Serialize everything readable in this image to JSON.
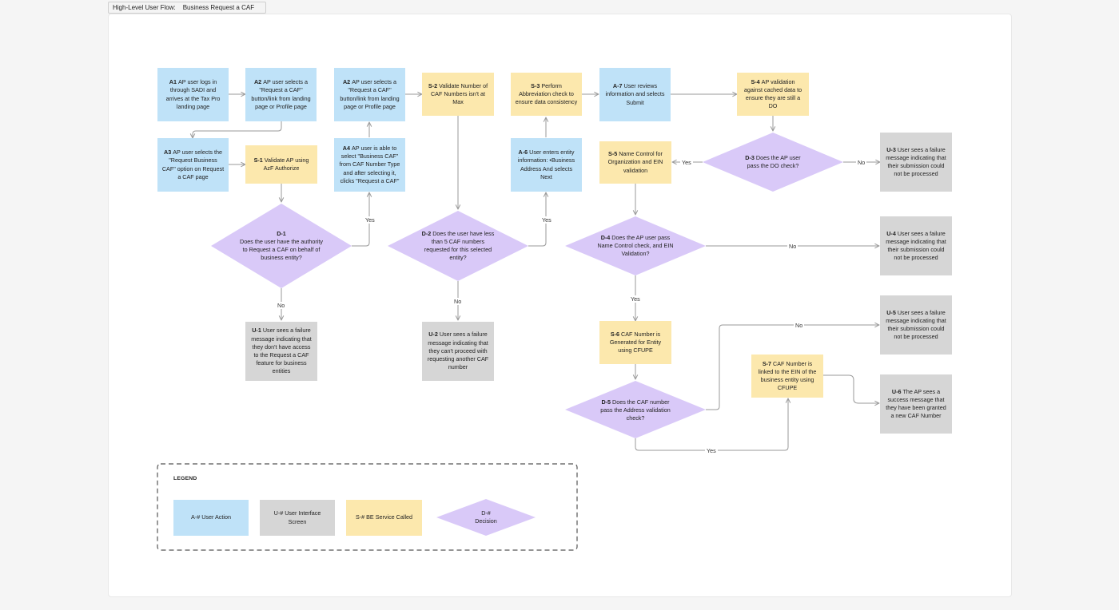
{
  "header": {
    "label": "High-Level User Flow:",
    "title": "Business Request a CAF"
  },
  "nodes": {
    "a1": {
      "id": "A1",
      "text": "AP user logs in through SADI and arrives at the Tax Pro landing page"
    },
    "a2a": {
      "id": "A2",
      "text": "AP user selects a \"Request a CAF\" button/link from landing page or Profile page"
    },
    "a2b": {
      "id": "A2",
      "text": "AP user selects a \"Request a CAF\" button/link from landing page or Profile page"
    },
    "a3": {
      "id": "A3",
      "text": "AP user selects the \"Request Business CAF\" option on Request a CAF page"
    },
    "s1": {
      "id": "S-1",
      "text": "Validate AP using AzF Authorize"
    },
    "a4": {
      "id": "A4",
      "text": "AP user is able to select \"Business CAF\" from CAF Number Type and after selecting it, clicks \"Request a CAF\""
    },
    "s2": {
      "id": "S-2",
      "text": "Validate Number of CAF Numbers isn't at Max"
    },
    "s3": {
      "id": "S-3",
      "text": "Perform Abbreviation check to ensure data consistency"
    },
    "a6": {
      "id": "A-6",
      "text": "User enters entity information: •Business Address And selects Next"
    },
    "a7": {
      "id": "A-7",
      "text": "User reviews information and selects Submit"
    },
    "s4": {
      "id": "S-4",
      "text": "AP validation against cached data to ensure they are still a DO"
    },
    "s5": {
      "id": "S-5",
      "text": "Name Control for Organization and EIN validation"
    },
    "s6": {
      "id": "S-6",
      "text": "CAF Number is Generated for Entity using CFUPE"
    },
    "s7": {
      "id": "S-7",
      "text": "CAF Number is linked to the EIN of the business entity using CFUPE"
    },
    "u1": {
      "id": "U-1",
      "text": "User sees a failure message indicating that they don't have access to the Request a CAF feature for business entities"
    },
    "u2": {
      "id": "U-2",
      "text": "User sees a failure message indicating that they can't proceed with requesting another CAF number"
    },
    "u3": {
      "id": "U-3",
      "text": "User sees a failure message indicating that their submission could not be processed"
    },
    "u4": {
      "id": "U-4",
      "text": "User sees a failure message indicating that their submission could not be processed"
    },
    "u5": {
      "id": "U-5",
      "text": "User sees a failure message indicating that their submission could not be processed"
    },
    "u6": {
      "id": "U-6",
      "text": "The AP sees a success message that they have been granted a new CAF Number"
    },
    "d1": {
      "id": "D-1",
      "text": "Does the user have the authority to Request a CAF on behalf of business entity?"
    },
    "d2": {
      "id": "D-2",
      "text": "Does the user have less than 5 CAF numbers requested for this selected entity?"
    },
    "d3": {
      "id": "D-3",
      "text": "Does the AP user pass the DO check?"
    },
    "d4": {
      "id": "D-4",
      "text": "Does the AP user pass Name Control check, and EIN Validation?"
    },
    "d5": {
      "id": "D-5",
      "text": "Does the CAF number pass the Address validation check?"
    }
  },
  "edge_labels": {
    "d1_yes": "Yes",
    "d1_no": "No",
    "d2_yes": "Yes",
    "d2_no": "No",
    "d3_yes": "Yes",
    "d3_no": "No",
    "d4_yes": "Yes",
    "d4_no": "No",
    "d5_yes": "Yes",
    "d5_no": "No"
  },
  "legend": {
    "title": "LEGEND",
    "user_action": "A-# User Action",
    "ui_screen": "U-# User Interface Screen",
    "be_service": "S-# BE Service Called",
    "decision": "D-# Decision"
  },
  "colors": {
    "user_action": "#bfe2f8",
    "ui_screen": "#d6d6d6",
    "be_service": "#fce8ad",
    "decision": "#d9c9f8",
    "connector": "#9a9a9a"
  }
}
